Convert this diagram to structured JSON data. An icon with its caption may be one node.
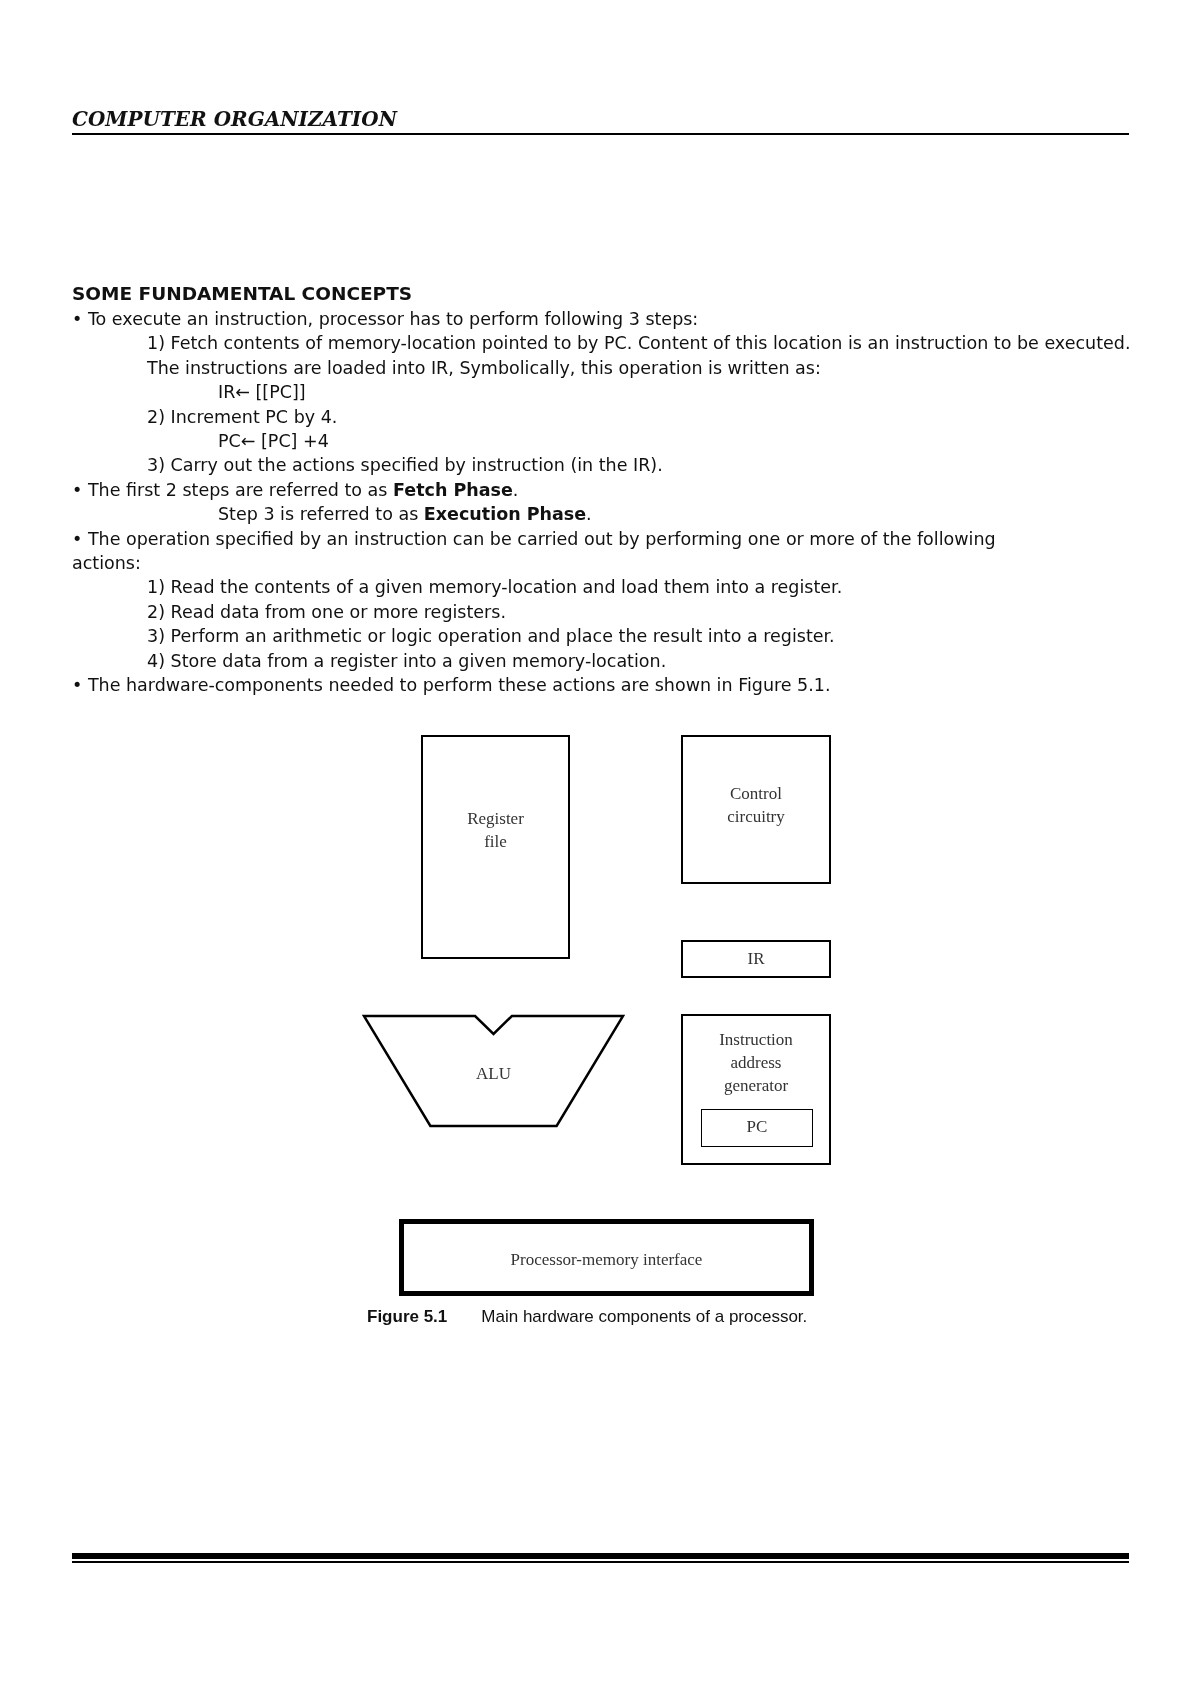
{
  "diagram": {
    "title": "SOME FUNDAMENTAL CONCEPTS",
    "caption": "**Figure 5.1** Main hardware components of a processor.",
    "nodes": [
      {
        "text": [
          "Register file"
        ]
      },
      {
        "text": [
          "Control circuitry"
        ]
      },
      {
        "text": [
          "IR"
        ]
      },
      {
        "text": [
          "ALU"
        ]
      },
      {
        "text": [
          "Instruction address generator"
        ]
      },
      {
        "text": [
          "PC"
        ],
        "in": 4
      },
      {
        "text": [
          "Processor-memory interface"
        ]
      }
    ],
    "edges": [],
    "labels": [
      "COMPUTER ORGANIZATION",
      "• To execute an instruction, processor has to perform following 3 steps:",
      "1) Fetch contents of memory-location pointed to by PC. Content of this location is an instruction to be executed. The instructions are loaded into IR, Symbolically, this operation is written as:",
      "IR← [[PC]]",
      "2) Increment PC by 4.",
      "PC← [PC] +4",
      "3) Carry out the actions specified by instruction (in the IR).",
      "• The first 2 steps are referred to as **Fetch Phase**.",
      "Step 3 is referred to as **Execution Phase**.",
      "• The operation specified by an instruction can be carried out by performing one or more of the following actions:",
      "1) Read the contents of a given memory-location and load them into a register.",
      "2) Read data from one or more registers.",
      "3) Perform an arithmetic or logic operation and place the result into a register.",
      "4) Store data from a register into a given memory-location.",
      "• The hardware-components needed to perform these actions are shown in Figure 5.1."
    ]
  }
}
